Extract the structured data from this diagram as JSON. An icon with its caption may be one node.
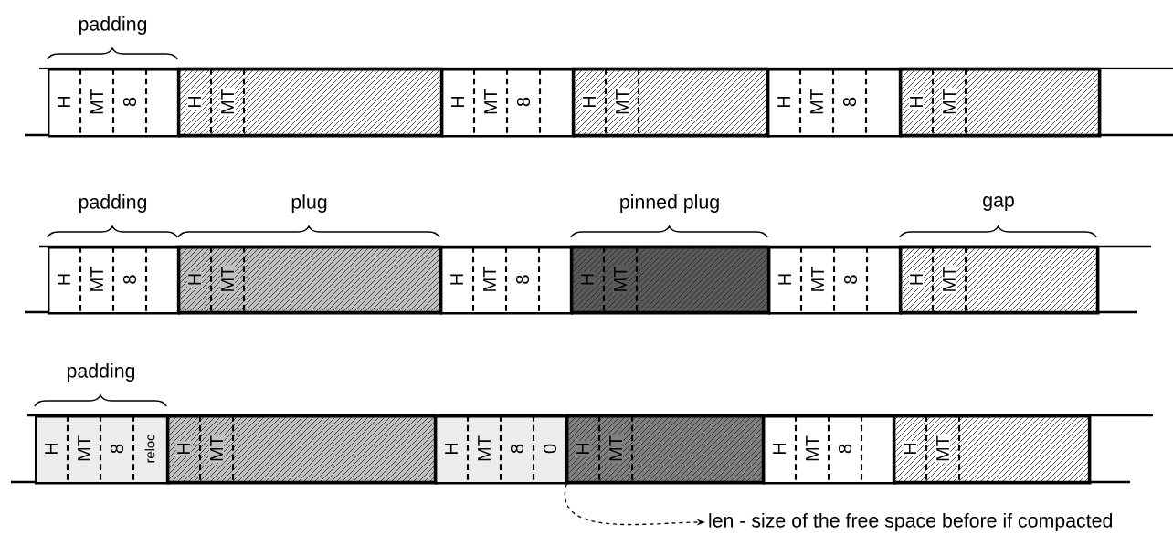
{
  "diagram": {
    "nodes": [
      {
        "text": [
          "H",
          "MT",
          "8"
        ],
        "beside": [
          "padding"
        ]
      },
      {
        "text": [
          "H",
          "MT"
        ]
      },
      {
        "text": [
          "H",
          "MT",
          "8"
        ]
      },
      {
        "text": [
          "H",
          "MT"
        ]
      },
      {
        "text": [
          "H",
          "MT",
          "8"
        ]
      },
      {
        "text": [
          "H",
          "MT"
        ]
      },
      {
        "text": [
          "H",
          "MT",
          "8"
        ],
        "beside": [
          "padding"
        ]
      },
      {
        "text": [
          "H",
          "MT"
        ],
        "beside": [
          "plug"
        ]
      },
      {
        "text": [
          "H",
          "MT",
          "8"
        ]
      },
      {
        "text": [
          "H",
          "MT"
        ],
        "beside": [
          "pinned plug"
        ]
      },
      {
        "text": [
          "H",
          "MT",
          "8"
        ]
      },
      {
        "text": [
          "H",
          "MT"
        ],
        "beside": [
          "gap"
        ]
      },
      {
        "text": [
          "H",
          "MT",
          "8",
          "reloc"
        ],
        "beside": [
          "padding"
        ]
      },
      {
        "text": [
          "H",
          "MT"
        ]
      },
      {
        "text": [
          "H",
          "MT",
          "8",
          "0"
        ]
      },
      {
        "text": [
          "H",
          "MT"
        ]
      },
      {
        "text": [
          "H",
          "MT",
          "8"
        ]
      },
      {
        "text": [
          "H",
          "MT"
        ]
      },
      {
        "text": [
          "len - size of the free space before if compacted"
        ]
      }
    ],
    "edges": [
      {
        "from": 15,
        "to": 18,
        "arrow": "to",
        "style": "dashed"
      }
    ]
  }
}
